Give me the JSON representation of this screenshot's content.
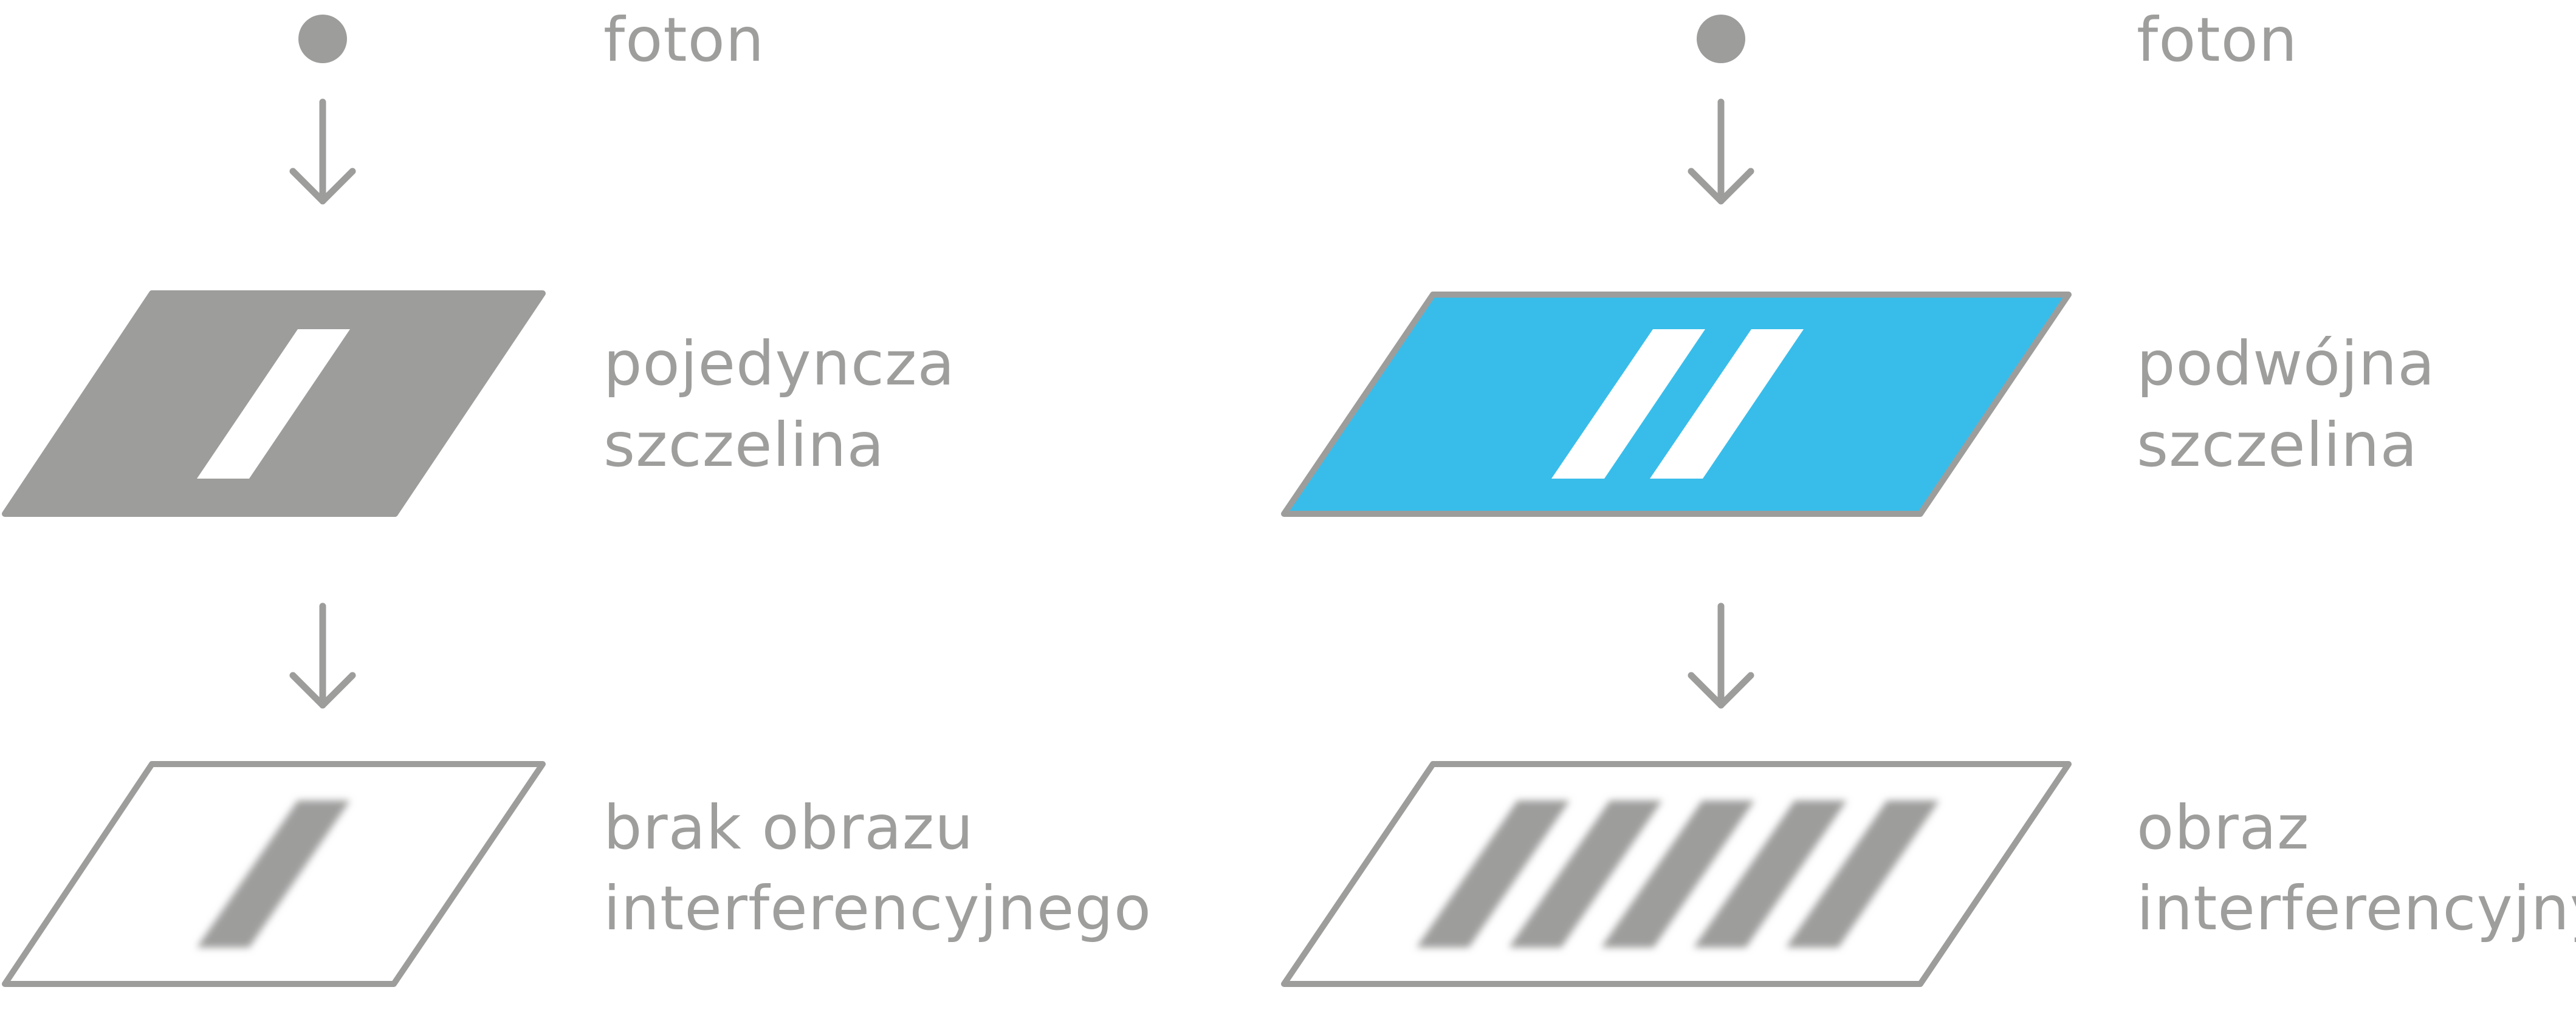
{
  "colors": {
    "gray": "#9d9d9c",
    "blue": "#38bdea",
    "white": "#ffffff"
  },
  "left": {
    "photon_label": "foton",
    "slit_label_line1": "pojedyncza",
    "slit_label_line2": "szczelina",
    "result_label_line1": "brak obrazu",
    "result_label_line2": "interferencyjnego",
    "slit_count": 1,
    "band_count": 1
  },
  "right": {
    "photon_label": "foton",
    "slit_label_line1": "podwójna",
    "slit_label_line2": "szczelina",
    "result_label_line1": "obraz",
    "result_label_line2": "interferencyjny",
    "slit_count": 2,
    "band_count": 5
  }
}
